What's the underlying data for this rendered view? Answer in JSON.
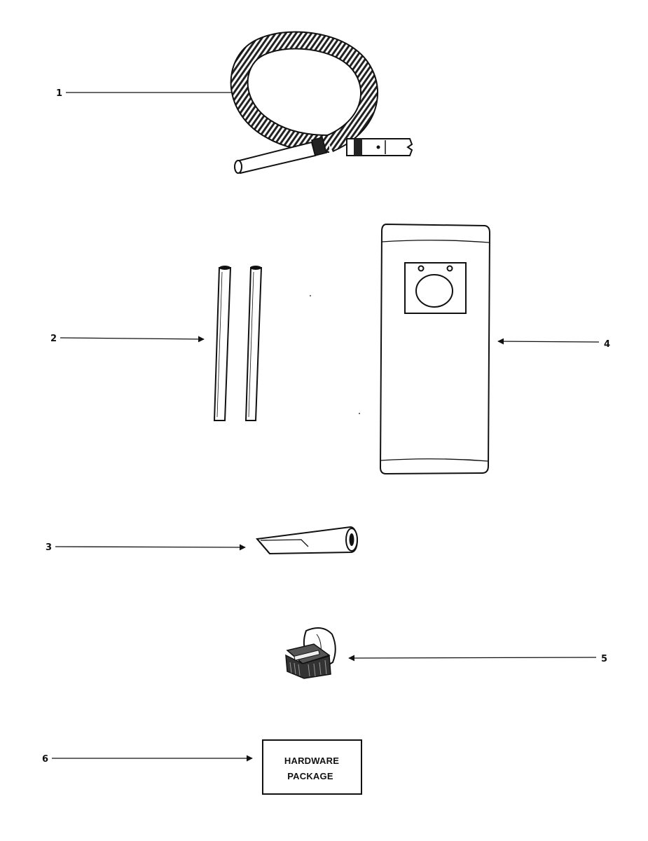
{
  "callouts": [
    "1",
    "2",
    "3",
    "4",
    "5",
    "6"
  ],
  "hardware_package": {
    "line1": "HARDWARE",
    "line2": "PACKAGE"
  },
  "parts": [
    {
      "number": "1",
      "icon": "hose-icon"
    },
    {
      "number": "2",
      "icon": "extension-wands-icon"
    },
    {
      "number": "3",
      "icon": "crevice-tool-icon"
    },
    {
      "number": "4",
      "icon": "dust-bag-icon"
    },
    {
      "number": "5",
      "icon": "dusting-brush-icon"
    },
    {
      "number": "6",
      "icon": "hardware-package-icon"
    }
  ]
}
